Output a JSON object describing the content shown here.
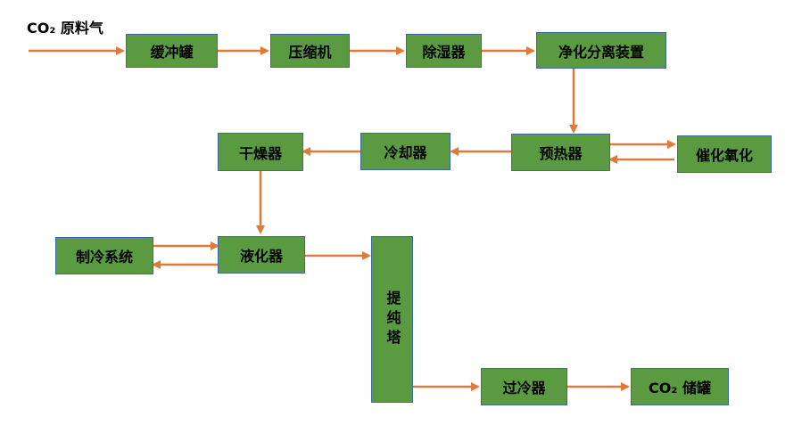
{
  "source_label": "CO₂ 原料气",
  "nodes": {
    "buffer_tank": "缓冲罐",
    "compressor": "压缩机",
    "dehumidifier": "除湿器",
    "purifier": "净化分离装置",
    "preheater": "预热器",
    "catalytic_oxidation": "催化氧化",
    "cooler": "冷却器",
    "dryer": "干燥器",
    "liquefier": "液化器",
    "refrigeration": "制冷系统",
    "purification_tower": "提纯塔",
    "subcooler": "过冷器",
    "storage_tank": "CO₂ 储罐"
  },
  "colors": {
    "box_fill": "#5a9a40",
    "box_border": "#3c6aa0",
    "arrow": "#e07a3a"
  }
}
